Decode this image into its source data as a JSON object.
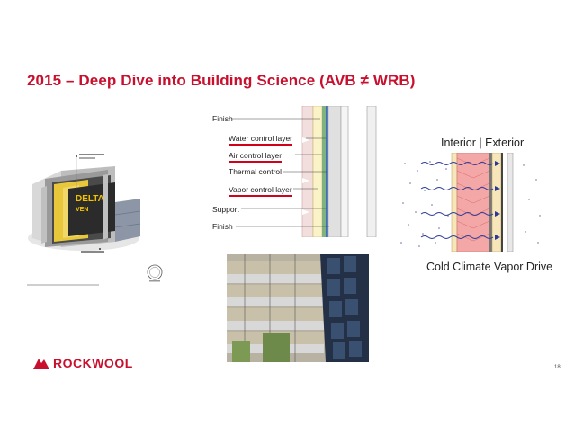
{
  "slide": {
    "title": "2015 – Deep Dive into Building Science (AVB ≠ WRB)",
    "page_number": "18"
  },
  "layer_diagram": {
    "labels": [
      "Finish",
      "Water control layer",
      "Air control layer",
      "Thermal control",
      "Vapor control layer",
      "Support",
      "Finish"
    ]
  },
  "vapor_drive": {
    "interior_exterior": "Interior   |   Exterior",
    "caption": "Cold Climate Vapor Drive"
  },
  "product_image": {
    "brand_text_1": "DELTA",
    "brand_text_2": "VEN"
  },
  "logo": {
    "text": "ROCKWOOL",
    "color": "#c8102e"
  },
  "colors": {
    "accent": "#c8102e",
    "underline": "#d0021b"
  }
}
